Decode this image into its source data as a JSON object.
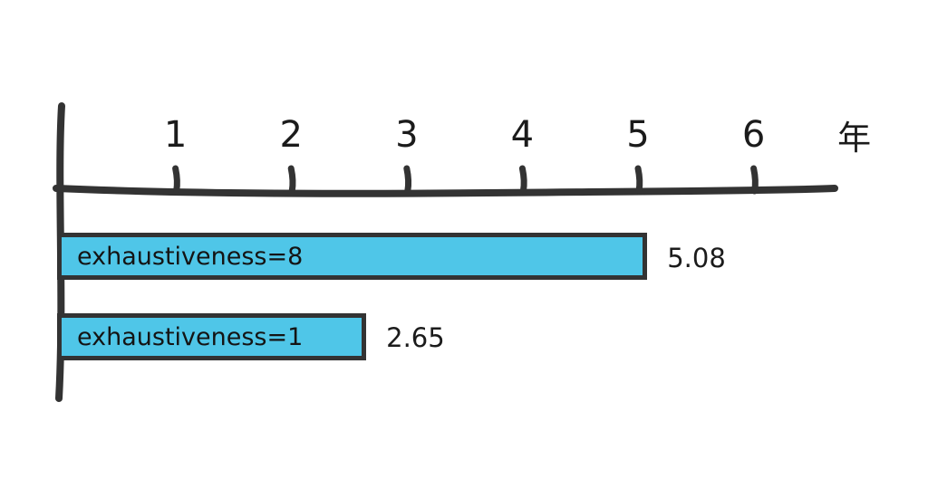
{
  "chart_data": {
    "type": "bar",
    "orientation": "horizontal",
    "style": "hand-drawn",
    "title": "",
    "categories": [
      "exhaustiveness=8",
      "exhaustiveness=1"
    ],
    "values": [
      5.08,
      2.65
    ],
    "value_labels": [
      "5.08",
      "2.65"
    ],
    "axis_ticks": [
      "1",
      "2",
      "3",
      "4",
      "5",
      "6"
    ],
    "xlabel_unit": "年",
    "xlim": [
      0,
      6.9
    ],
    "grid": false,
    "legend": "none",
    "colors": {
      "bar_fill": "#4fc6e8",
      "line": "#333333",
      "text": "#1b1b1b",
      "background": "#ffffff"
    }
  }
}
